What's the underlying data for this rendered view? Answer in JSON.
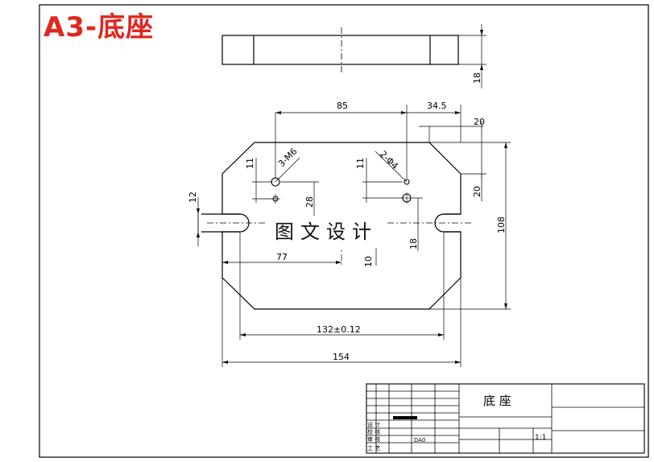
{
  "title": "A3-底座",
  "watermark": "图文设计",
  "dimensions": {
    "side_thickness": "18",
    "hole_spacing": "85",
    "right_offset": "34.5",
    "chamfer_top": "20",
    "chamfer_side": "20",
    "height_total": "108",
    "height_left_hole": "11",
    "height_right_hole": "11",
    "thread_label": "3-M6",
    "pin_label": "2-Φ4",
    "slot_width": "12",
    "hole_depth": "28",
    "right_hole_depth": "18",
    "left_offset": "77",
    "center_offset": "10",
    "slot_pitch": "132±0.12",
    "width_total": "154"
  },
  "title_block": {
    "part_name": "底 座",
    "scale": "1:1",
    "material_code": "DA0",
    "design_label": "设 计",
    "check_label": "校 核",
    "review_label": "审 核",
    "process_label": "工 艺"
  },
  "colors": {
    "line": "#000000",
    "title": "#e0271f"
  }
}
